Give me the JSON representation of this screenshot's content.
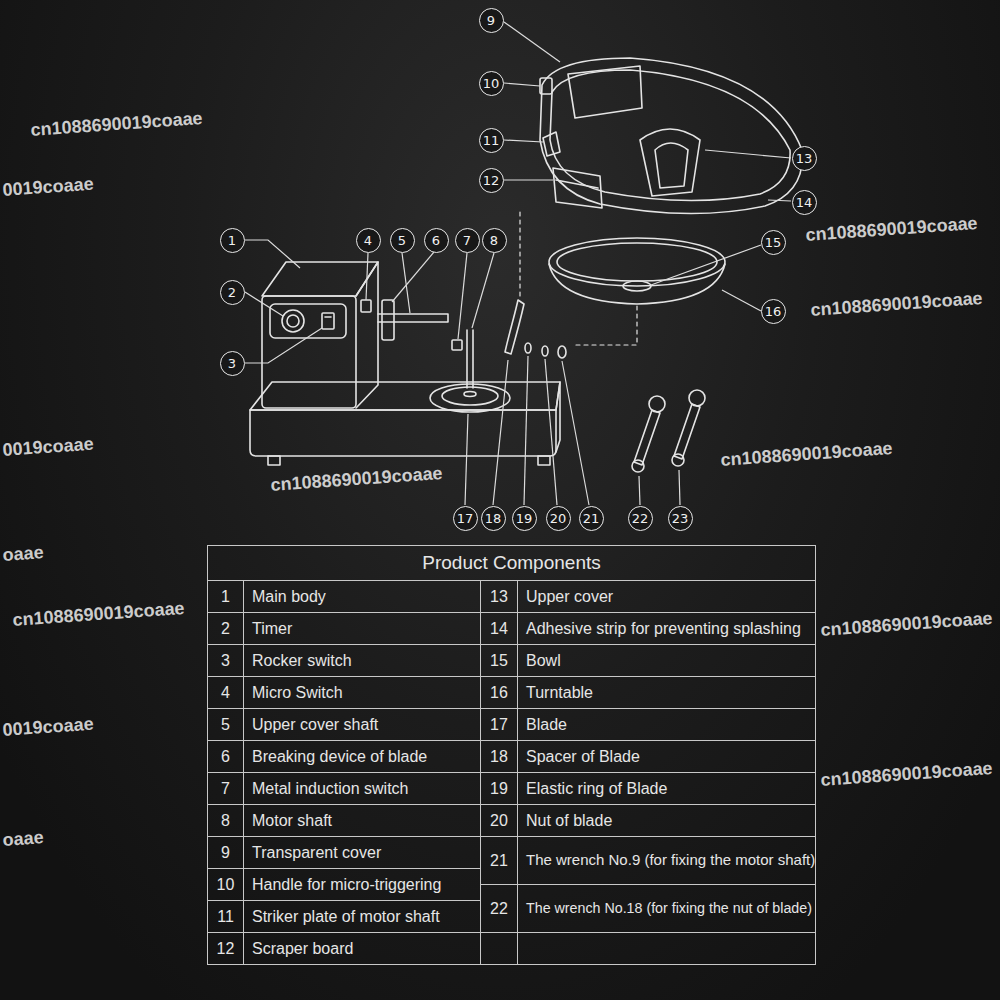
{
  "diagram": {
    "title": "Product Components",
    "labels": [
      "1",
      "2",
      "3",
      "4",
      "5",
      "6",
      "7",
      "8",
      "9",
      "10",
      "11",
      "12",
      "13",
      "14",
      "15",
      "16",
      "17",
      "18",
      "19",
      "20",
      "21",
      "22",
      "23",
      "1",
      "Main body",
      "2",
      "Timer",
      "3",
      "Rocker switch",
      "4",
      "Micro Switch",
      "5",
      "Upper cover shaft",
      "6",
      "Breaking device of blade",
      "7",
      "Metal induction switch",
      "8",
      "Motor shaft",
      "9",
      "Transparent cover",
      "10",
      "Handle for micro-triggering",
      "11",
      "Striker plate of motor shaft",
      "12",
      "Scraper board",
      "13",
      "Upper cover",
      "14",
      "Adhesive strip for preventing splashing",
      "15",
      "Bowl",
      "16",
      "Turntable",
      "17",
      "Blade",
      "18",
      "Spacer of Blade",
      "19",
      "Elastic ring of Blade",
      "20",
      "Nut of blade",
      "21",
      "The wrench No.9 (for fixing the motor shaft)",
      "22",
      "The wrench No.18 (for fixing the nut of blade)",
      "0019coaae",
      "cn1088690019coaae",
      "cn1088690019coaae",
      "cn1088690019coaae",
      "0019coaae",
      "cn1088690019coaae",
      "cn1088690019coaae",
      "oaae",
      "cn1088690019coaae",
      "cn1088690019coaae",
      "0019coaae",
      "cn1088690019coaae",
      "oaae"
    ]
  }
}
